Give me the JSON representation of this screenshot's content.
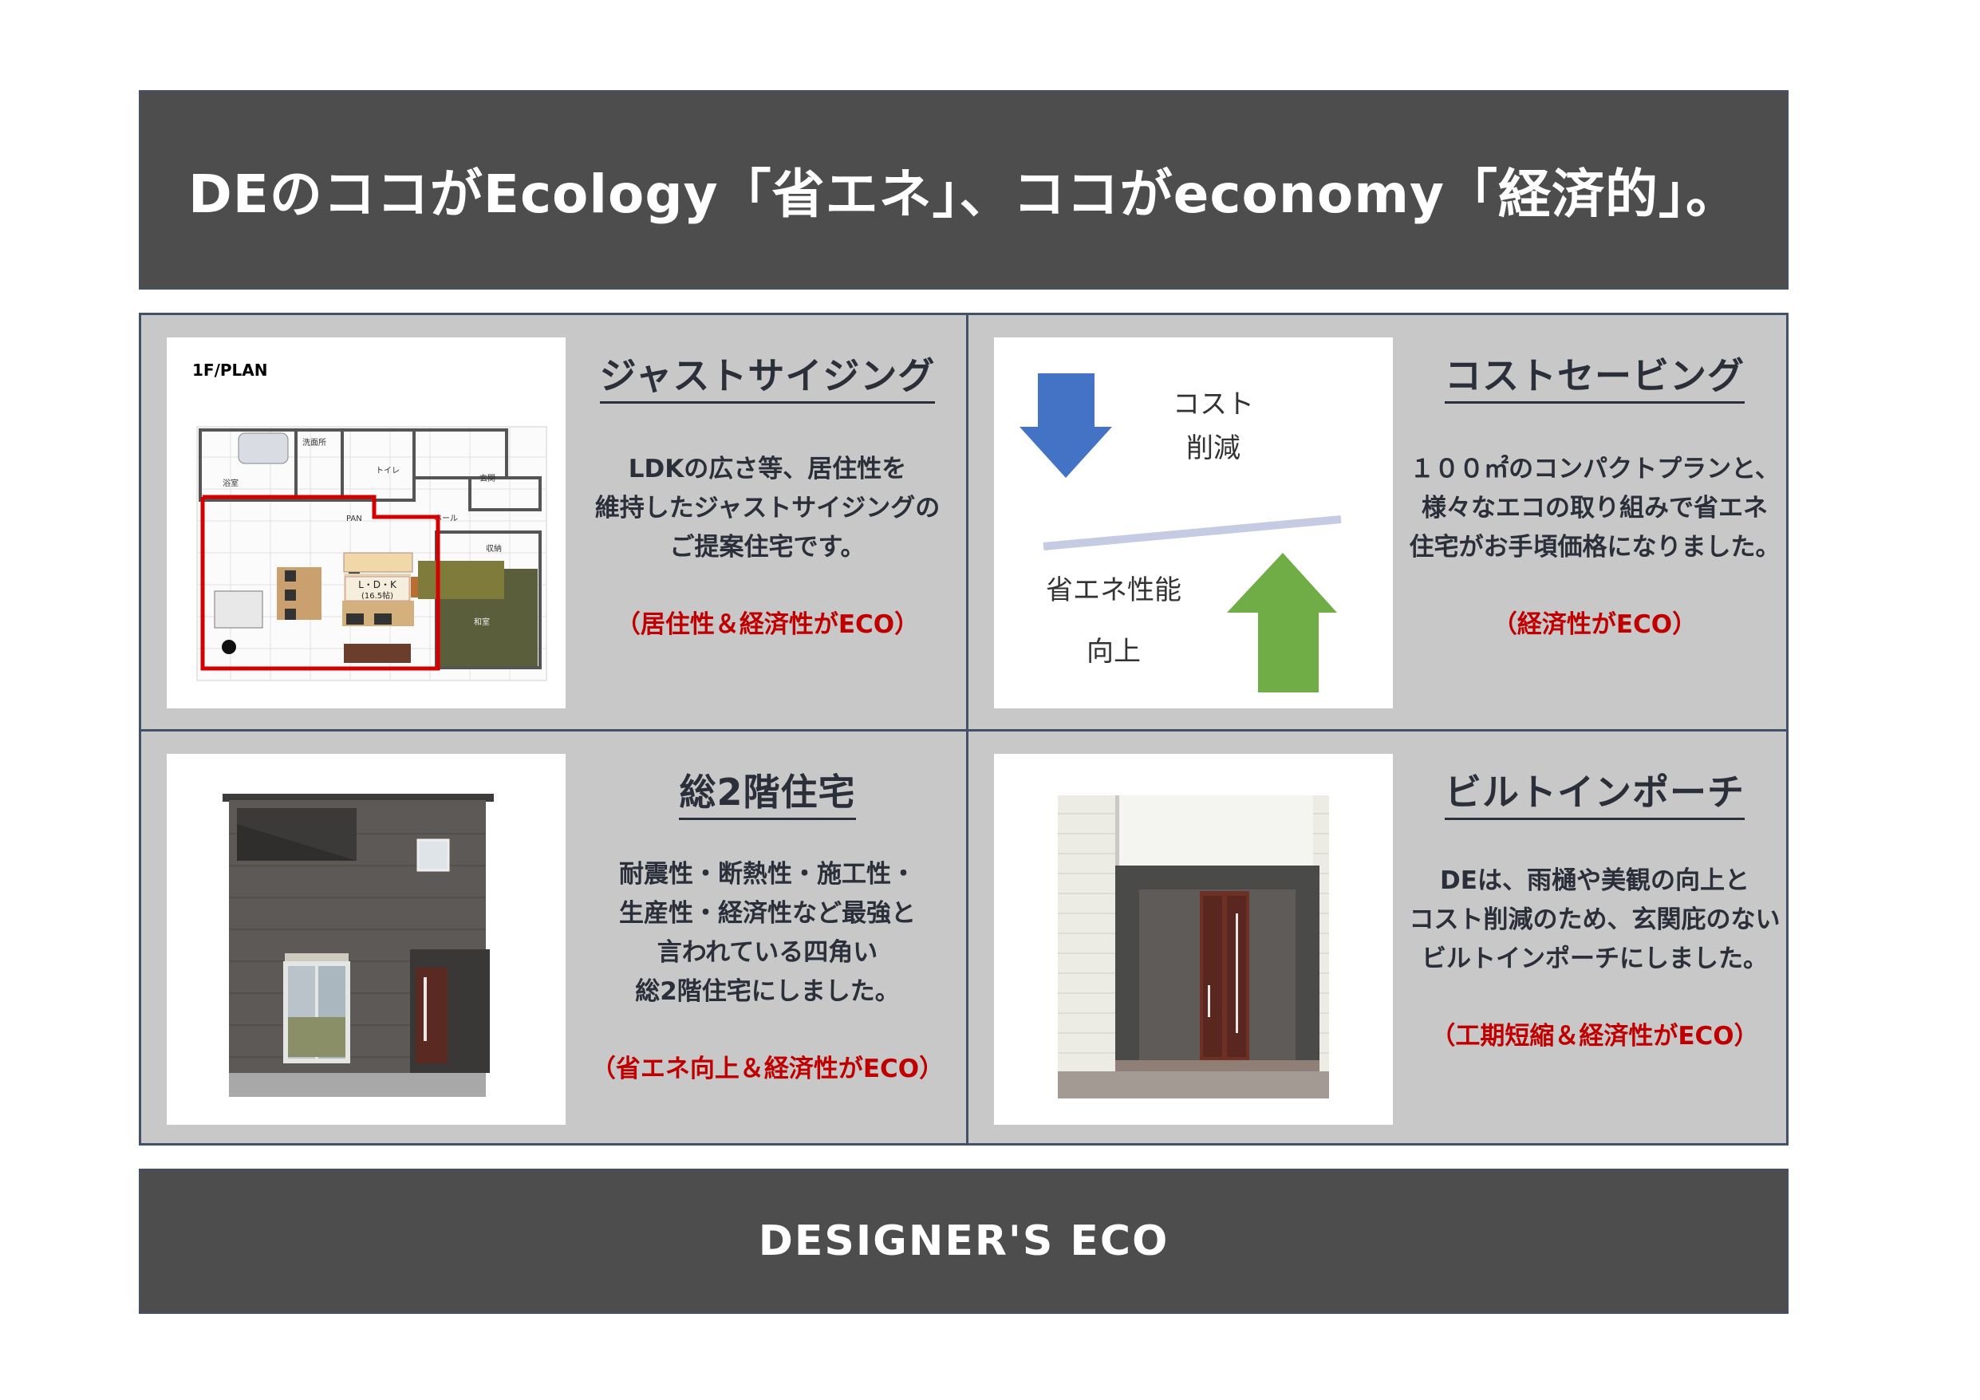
{
  "header": {
    "title": "DEのココがEcology「省エネ」、ココがeconomy「経済的」。"
  },
  "panels": [
    {
      "title": "ジャストサイジング",
      "lines": [
        "LDKの広さ等、居住性を",
        "維持したジャストサイジングの",
        "ご提案住宅です。"
      ],
      "tag": "（居住性＆経済性がECO）",
      "image": {
        "plan_label": "1F/PLAN",
        "ldk_label": "L・D・K",
        "ldk_size": "(16.5帖)",
        "room_labels": [
          "洗面所",
          "浴室",
          "玄関",
          "ホール",
          "和室",
          "トイレ",
          "PAN",
          "収納"
        ]
      }
    },
    {
      "title": "コストセービング",
      "lines": [
        "１００㎡のコンパクトプランと、",
        "様々なエコの取り組みで省エネ",
        "住宅がお手頃価格になりました。"
      ],
      "tag": "（経済性がECO）",
      "image": {
        "label_cost_1": "コスト",
        "label_cost_2": "削減",
        "label_eco_1": "省エネ性能",
        "label_eco_2": "向上",
        "down_arrow_color": "#4472c4",
        "up_arrow_color": "#70ad47"
      }
    },
    {
      "title": "総2階住宅",
      "lines": [
        "耐震性・断熱性・施工性・",
        "生産性・経済性など最強と",
        "言われている四角い",
        "総2階住宅にしました。"
      ],
      "tag": "（省エネ向上＆経済性がECO）"
    },
    {
      "title": "ビルトインポーチ",
      "lines": [
        "DEは、雨樋や美観の向上と",
        "コスト削減のため、玄関庇のない",
        "ビルトインポーチにしました。"
      ],
      "tag": "（工期短縮＆経済性がECO）"
    }
  ],
  "footer": {
    "text": "DESIGNER'S ECO"
  },
  "colors": {
    "band": "#4d4d4d",
    "panel": "#c8c8c8",
    "accent_red": "#c00000",
    "border": "#44506a"
  }
}
